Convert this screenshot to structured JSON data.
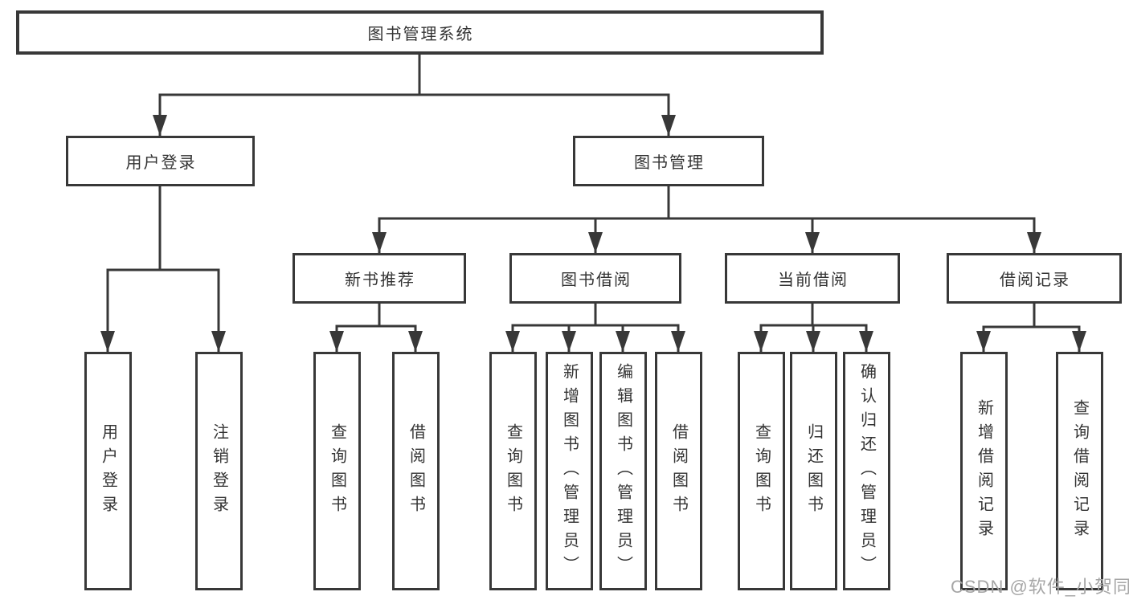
{
  "diagram": {
    "root": {
      "label": "图书管理系统"
    },
    "user_login": {
      "label": "用户登录",
      "children": [
        {
          "label": "用户登录"
        },
        {
          "label": "注销登录"
        }
      ]
    },
    "book_management": {
      "label": "图书管理",
      "sections": [
        {
          "label": "新书推荐",
          "children": [
            {
              "label": "查询图书"
            },
            {
              "label": "借阅图书"
            }
          ]
        },
        {
          "label": "图书借阅",
          "children": [
            {
              "label": "查询图书"
            },
            {
              "label": "新增图书（管理员）"
            },
            {
              "label": "编辑图书（管理员）"
            },
            {
              "label": "借阅图书"
            }
          ]
        },
        {
          "label": "当前借阅",
          "children": [
            {
              "label": "查询图书"
            },
            {
              "label": "归还图书"
            },
            {
              "label": "确认归还（管理员）"
            }
          ]
        },
        {
          "label": "借阅记录",
          "children": [
            {
              "label": "新增借阅记录"
            },
            {
              "label": "查询借阅记录"
            }
          ]
        }
      ]
    }
  },
  "watermark": {
    "text": "CSDN @软件_小贺同学"
  },
  "colors": {
    "line": "#383838",
    "box_border": "#383838",
    "text": "#333333",
    "watermark": "#a6a6a6",
    "background": "#ffffff"
  }
}
